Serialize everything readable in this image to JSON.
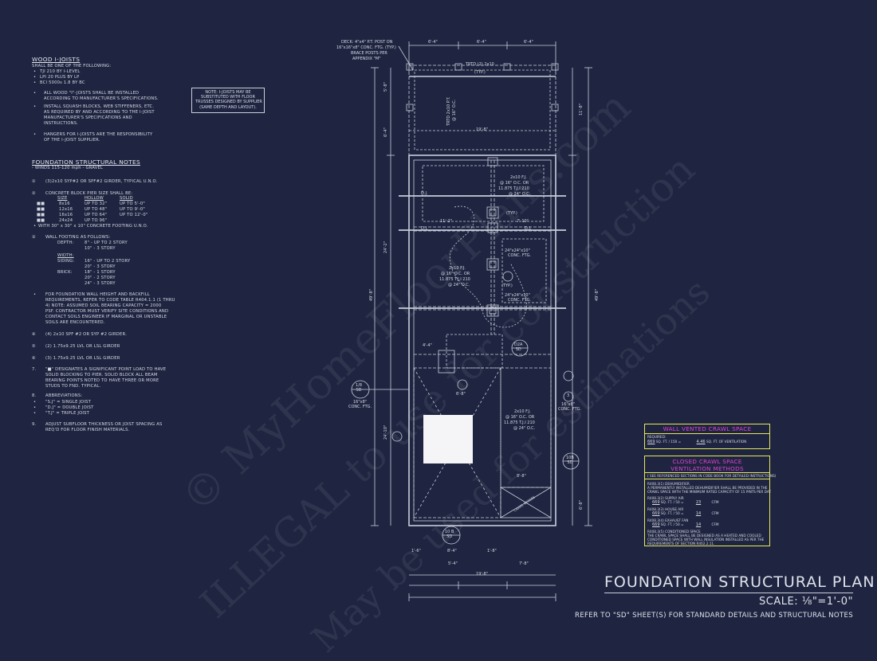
{
  "wood_joists": {
    "heading": "WOOD I-JOISTS",
    "intro": "SHALL BE ONE OF THE FOLLOWING:",
    "options": [
      "TJI 210 BY I-LEVEL",
      "LPI 20 PLUS BY LP",
      "BCI 5000s 1.8 BY BC"
    ],
    "notes": [
      [
        "ALL WOOD \"I\"-JOISTS SHALL BE INSTALLED",
        "ACCORDING TO MANUFACTURER'S SPECIFICATIONS."
      ],
      [
        "INSTALL SQUASH BLOCKS, WEB STIFFENERS, ETC.",
        "AS REQUIRED BY AND ACCORDING TO THE I-JOIST",
        "MANUFACTURER'S SPECIFICATIONS AND",
        "INSTRUCTIONS."
      ],
      [
        "HANGERS FOR I-JOISTS ARE THE RESPONSIBILITY",
        "OF THE I-JOIST SUPPLIER."
      ]
    ]
  },
  "foundation_notes": {
    "heading": "FOUNDATION STRUCTURAL NOTES",
    "wind": "- WINDS 115-120 mph - GRAVEL",
    "n1": "(3)2x10 SYP#2 OR SPF#2 GIRDER, TYPICAL U.N.O.",
    "n2_title": "CONCRETE BLOCK PIER SIZE SHALL BE:",
    "n2_headers": [
      "SIZE",
      "HOLLOW",
      "SOLID"
    ],
    "n2_rows": [
      [
        "8x16",
        "UP TO 32\"",
        "UP TO 5'-0\""
      ],
      [
        "12x16",
        "UP TO 48\"",
        "UP TO 9'-0\""
      ],
      [
        "16x16",
        "UP TO 64\"",
        "UP TO 12'-0\""
      ],
      [
        "24x24",
        "UP TO 96\"",
        ""
      ]
    ],
    "n2_foot": "WITH 30\" x 30\" x 10\" CONCRETE FOOTING U.N.O.",
    "n3_title": "WALL FOOTING AS FOLLOWS:",
    "n3_depth_label": "DEPTH:",
    "n3_depth": [
      "8\" - UP TO 2 STORY",
      "10\" - 3 STORY"
    ],
    "n3_width_label": "WIDTH:",
    "n3_siding_label": "SIDING:",
    "n3_siding": [
      "16\" - UP TO 2 STORY",
      "20\" - 3 STORY"
    ],
    "n3_brick_label": "BRICK:",
    "n3_brick": [
      "18\" - 1 STORY",
      "20\" - 2 STORY",
      "24\" - 3 STORY"
    ],
    "backfill": [
      "FOR FOUNDATION WALL HEIGHT AND BACKFILL",
      "REQUIREMENTS, REFER TO CODE TABLE R404.1.1 (1 THRU",
      "4) NOTE: ASSUMED SOIL BEARING CAPACITY = 2000",
      "PSF. CONTRACTOR MUST VERIFY SITE CONDITIONS AND",
      "CONTACT SOILS ENGINEER IF MARGINAL OR UNSTABLE",
      "SOILS ARE ENCOUNTERED."
    ],
    "n4": "(4) 2x10 SPF #2 OR SYP #2 GIRDER.",
    "n5": "(2) 1.75x9.25 LVL OR LSL GIRDER",
    "n6": "(3) 1.75x9.25 LVL OR LSL GIRDER",
    "n7": [
      "\"■\" DESIGNATES A SIGNIFICANT POINT LOAD TO HAVE",
      "SOLID BLOCKING TO PIER. SOLID BLOCK ALL BEAM",
      "BEARING POINTS NOTED TO HAVE THREE OR MORE",
      "STUDS TO FND. TYPICAL."
    ],
    "n8_title": "ABBREVIATIONS:",
    "n8_items": [
      "\"S.J\" = SINGLE JOIST",
      "\"D.J\" = DOUBLE JOIST",
      "\"T.J\" = TRIPLE JOIST"
    ],
    "n9": [
      "ADJUST SUBFLOOR THICKNESS OR JOIST SPACING AS",
      "REQ'D FOR FLOOR FINISH MATERIALS."
    ]
  },
  "note_box": [
    "NOTE: I-JOISTS MAY BE",
    "SUBSTITUTED WITH FLOOR",
    "TRUSSES DESIGNED BY SUPPLIER",
    "(SAME DEPTH AND LAYOUT)."
  ],
  "deck_callout": [
    "DECK: 4\"x4\" P.T. POST ON",
    "16\"x16\"x8\" CONC. FTG. (TYP.)",
    "BRACE POSTS PER",
    "APPENDIX \"M\""
  ],
  "plan_labels": {
    "dim_top": [
      "6'-4\"",
      "6'-4\"",
      "6'-4\""
    ],
    "girder_top": "TRTD (2) 2x10",
    "typ": "(TYP.)",
    "deck_joist": "TRTD 2x10 P.T.",
    "deck_joist_oc": "@ 16\" O.C.",
    "width_19_8": "19'-8\"",
    "joist_a": [
      "2x10 F.J.",
      "@ 16\" O.C. OR",
      "11.875 T.J.I 210",
      "@ 24\" O.C."
    ],
    "pier_typ": "(TYP.)",
    "dj": "D.J.",
    "dim_11_2": "11'-2\"",
    "dim_7_10": "7'-10\"",
    "pier_ftg": [
      "24\"x24\"x10\"",
      "CONC. FTG."
    ],
    "dim_4_4": "4'-4\"",
    "dim_6_8": "6'-8\"",
    "dim_8_8": "8'-8\"",
    "dim_8_4": "8'-4\"",
    "dim_7_8": "7'-8\"",
    "dim_1_8": "1'-8\"",
    "dim_1_6": "1'-6\"",
    "dim_5_4": "5'-4\"",
    "bottom_width": "19'-8\"",
    "left_dims": [
      "5'-8\"",
      "6'-4\"",
      "24'-2\"",
      "24'-10\""
    ],
    "right_dims": [
      "11'-8\"",
      "49'-8\"",
      "49'-8\"",
      "6'-8\""
    ],
    "bubble_1b": [
      "1/8",
      "SD"
    ],
    "bubble_1b_ftg": [
      "16\"x8\"",
      "CONC. FTG."
    ],
    "bubble_10b": [
      "10B",
      "SD"
    ],
    "bubble_1ob": [
      "10 B",
      "SD"
    ],
    "bubble_d2a": [
      "D2A",
      "SD"
    ],
    "bubble_3": "3",
    "ftg_right": [
      "16\"x8\"",
      "CONC. FTG."
    ],
    "crawl_access": "CRAWL ACCESS"
  },
  "wall_vented": {
    "title": "WALL VENTED CRAWL SPACE",
    "required": "REQUIRED:",
    "area": "669",
    "mid": "SQ. FT. / 150 =",
    "result": "4.46",
    "unit": "SQ. FT. OF VENTILATION"
  },
  "closed_crawl": {
    "title": [
      "CLOSED CRAWL SPACE",
      "VENTILATION METHODS"
    ],
    "see": "( SEE REFERENCED SECTIONS IN CODE BOOK FOR DETAILED INSTRUCTIONS)",
    "r1_head": "R408.3(1) DEHUMIDIFIER",
    "r1_text": [
      "A PERMANENTLY INSTALLED DEHUMIDIFIER SHALL BE PROVIDED IN THE",
      "CRAWL SPACE WITH THE MINIMUM RATED CAPACITY OF 15 PINTS PER DAY."
    ],
    "r2_head": "R408.3(2) SUPPLY AIR",
    "r2_area": "669",
    "r2_mid": "SQ. FT. / 50 =",
    "r2_val": "23",
    "r2_unit": "CFM",
    "r3_head": "R408.3(3) HOUSE AIR",
    "r3_area": "669",
    "r3_mid": "SQ. FT. / 50 =",
    "r3_val": "14",
    "r3_unit": "CFM",
    "r4_head": "R408.3(4) EXHAUST FAN",
    "r4_area": "669",
    "r4_mid": "SQ. FT. / 50 =",
    "r4_val": "14",
    "r4_unit": "CFM",
    "r5_head": "R408.3(5) CONDITIONED SPACE",
    "r5_text": [
      "THE CRAWL SPACE SHALL BE DESIGNED AS A HEATED AND COOLED",
      "CONDITIONED SPACE WITH WALL INSULATION INSTALLED AS PER THE",
      "REQUIREMENTS OF SECTION R402.2.11."
    ]
  },
  "title_block": {
    "title": "FOUNDATION STRUCTURAL PLAN",
    "scale": "SCALE: ⅛\"=1'-0\"",
    "refer": "REFER TO \"SD\" SHEET(S) FOR STANDARD DETAILS AND STRUCTURAL NOTES"
  },
  "watermarks": [
    "© MyHomeFloorPlans.com",
    "ILLEGAL to use for construction",
    "May be used for estimations"
  ],
  "colors": {
    "background": "#1f2540",
    "line": "#c9cdda",
    "accent_yellow": "#e4e85a",
    "accent_magenta": "#e040d8"
  }
}
